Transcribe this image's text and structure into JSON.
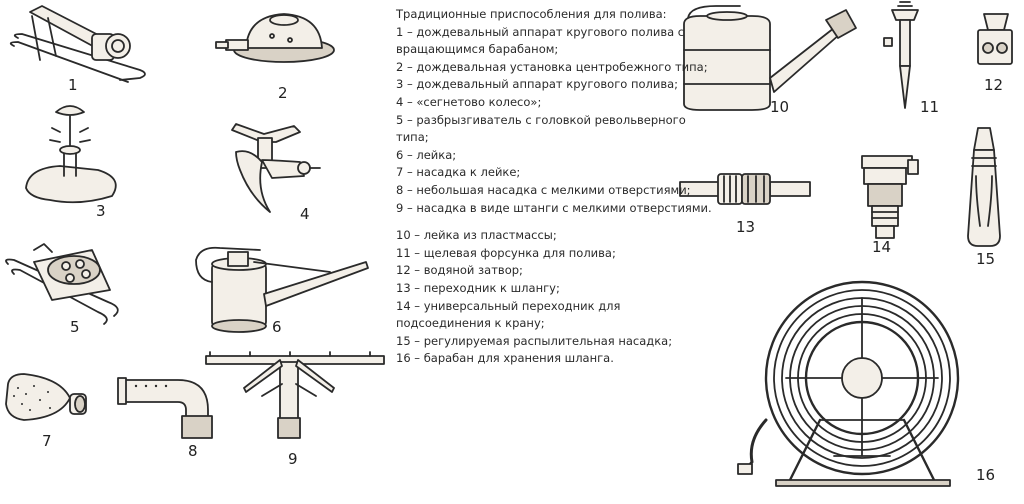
{
  "legend": {
    "title": "Традиционные приспособления для полива:",
    "items_a": [
      "1 – дождевальный аппарат кругового полива с вращающимся барабаном;",
      "2 – дождевальная установка центробежного типа;",
      "3 – дождевальный аппарат кругового полива;",
      "4 – «сегнетово колесо»;",
      "5 – разбрызгиватель с головкой револьверного типа;",
      "6 – лейка;",
      "7 – насадка к лейке;",
      "8 – небольшая насадка с мелкими отверстиями;",
      "9 – насадка в виде штанги с мелкими отверстиями."
    ],
    "items_b": [
      "10 – лейка из пластмассы;",
      "11 – щелевая форсунка для полива;",
      "12 – водяной затвор;",
      "13 – переходник к шлангу;",
      "14 – универсальный переходник для подсоединения к крану;",
      "15 – регулируемая распылительная насадка;",
      "16 – барабан для хранения шланга."
    ]
  },
  "figure_numbers": {
    "n1": "1",
    "n2": "2",
    "n3": "3",
    "n4": "4",
    "n5": "5",
    "n6": "6",
    "n7": "7",
    "n8": "8",
    "n9": "9",
    "n10": "10",
    "n11": "11",
    "n12": "12",
    "n13": "13",
    "n14": "14",
    "n15": "15",
    "n16": "16"
  },
  "colors": {
    "ink": "#2a2a2a",
    "fill": "#f3efe8",
    "shade": "#d9d2c6"
  }
}
